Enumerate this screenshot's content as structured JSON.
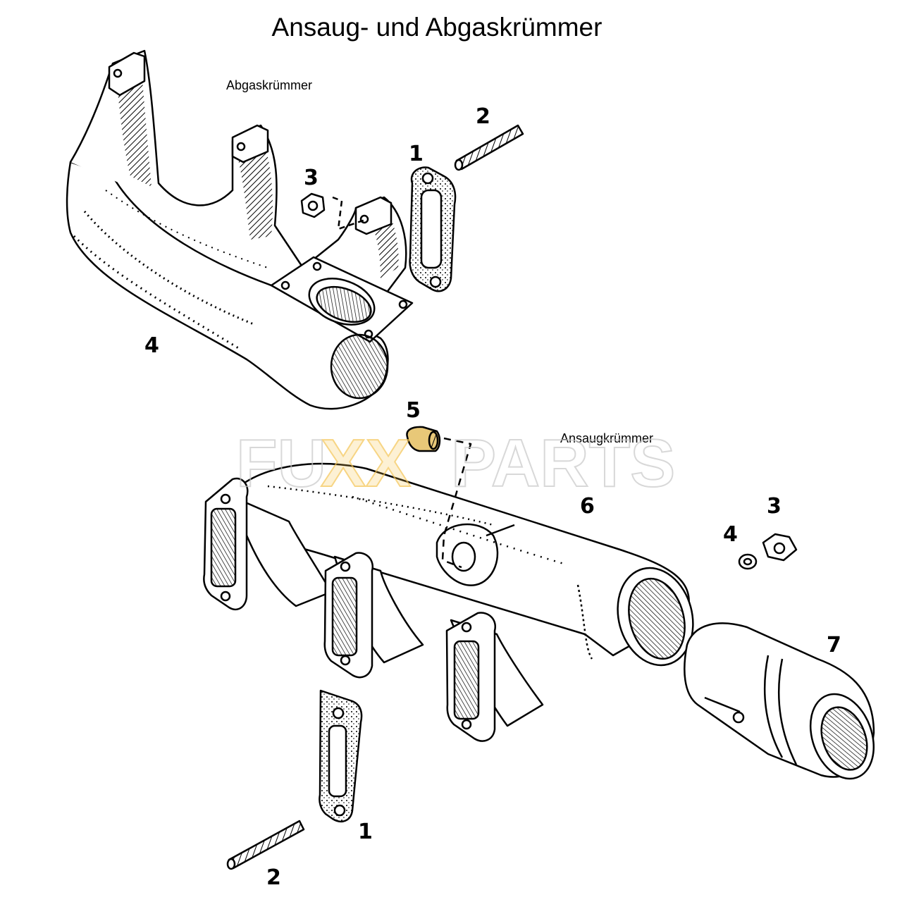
{
  "title": "Ansaug- und Abgaskrümmer",
  "sections": {
    "exhaust_label": "Abgaskrümmer",
    "intake_label": "Ansaugkrümmer"
  },
  "watermark": {
    "left": "FU",
    "mid": "XX",
    "right": "PARTS",
    "accent": "#f5c451",
    "gray": "#c8c8c8"
  },
  "callouts": {
    "exhaust": [
      "1",
      "2",
      "3",
      "4"
    ],
    "intake": [
      "5",
      "6",
      "3",
      "4",
      "7",
      "1",
      "2"
    ]
  }
}
